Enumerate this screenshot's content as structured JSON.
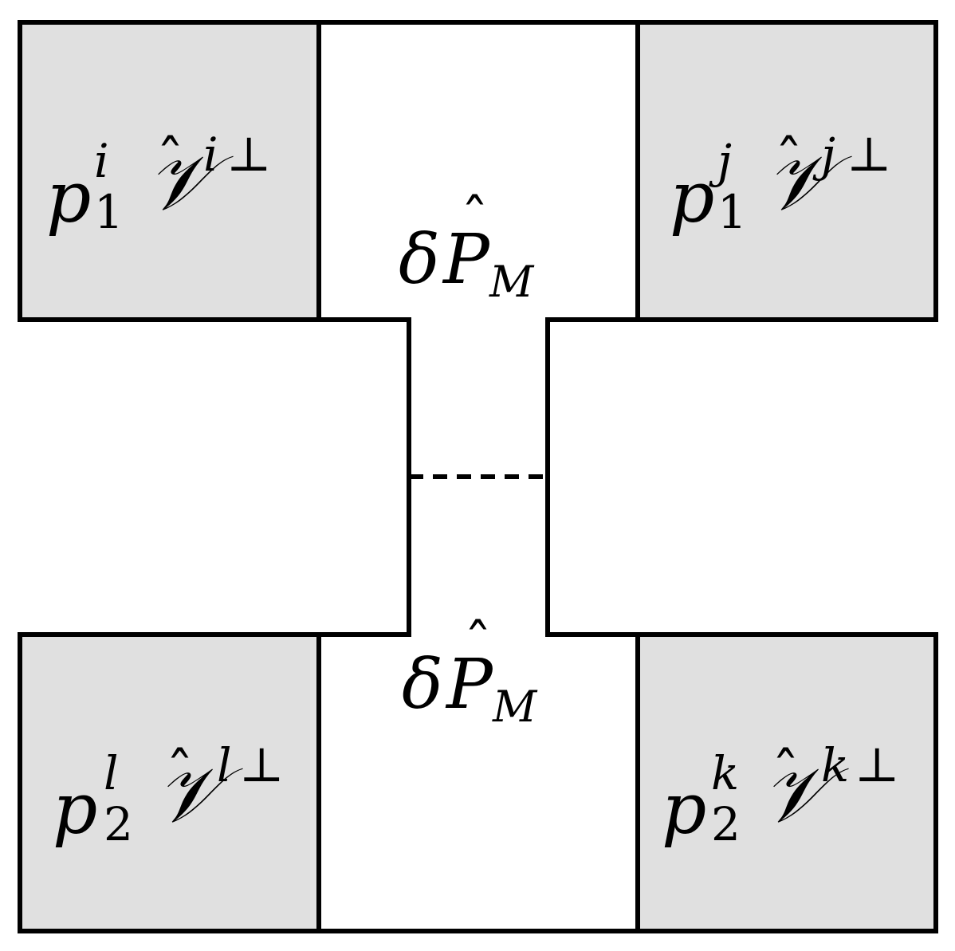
{
  "colors": {
    "stroke": "#000000",
    "box_fill": "#e0e0e0",
    "background": "#ffffff"
  },
  "boxes": {
    "top_left": {
      "base": "p",
      "sup": "i",
      "sub": "1",
      "symbol": "𝒱",
      "hat": "ˆ",
      "sup2": "i",
      "perp": "⊥"
    },
    "top_right": {
      "base": "p",
      "sup": "j",
      "sub": "1",
      "symbol": "𝒱",
      "hat": "ˆ",
      "sup2": "j",
      "perp": "⊥"
    },
    "bottom_left": {
      "base": "p",
      "sup": "l",
      "sub": "2",
      "symbol": "𝒱",
      "hat": "ˆ",
      "sup2": "l",
      "perp": "⊥"
    },
    "bottom_right": {
      "base": "p",
      "sup": "k",
      "sub": "2",
      "symbol": "𝒱",
      "hat": "ˆ",
      "sup2": "k",
      "perp": "⊥"
    }
  },
  "propagators": {
    "top": {
      "delta": "δ",
      "symbol": "P",
      "hat": "ˆ",
      "sub": "M"
    },
    "bottom": {
      "delta": "δ",
      "symbol": "P",
      "hat": "ˆ",
      "sub": "M"
    }
  }
}
